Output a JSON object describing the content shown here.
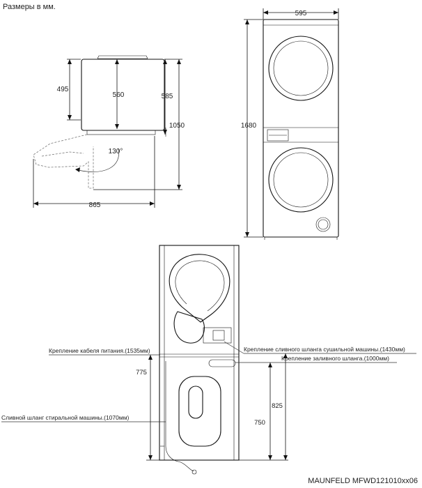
{
  "units_note": "Размеры в мм.",
  "model": "MAUNFELD MFWD121010xx06",
  "top_view": {
    "depth_top": "495",
    "depth_body": "560",
    "depth_full": "585",
    "depth_open": "1050",
    "width_open": "865",
    "door_angle": "130°"
  },
  "front_view": {
    "width": "595",
    "height": "1680"
  },
  "side_view": {
    "power_cable": "Крепление кабеля питания.(1535мм)",
    "dryer_drain": "Крепление сливного шланга сушильной машины.(1430мм)",
    "inlet_hose": "Крепление заливного шланга.(1000мм)",
    "washer_drain": "Сливной шланг стиральной машины.(1070мм)",
    "h_775": "775",
    "h_750": "750",
    "h_825": "825"
  }
}
